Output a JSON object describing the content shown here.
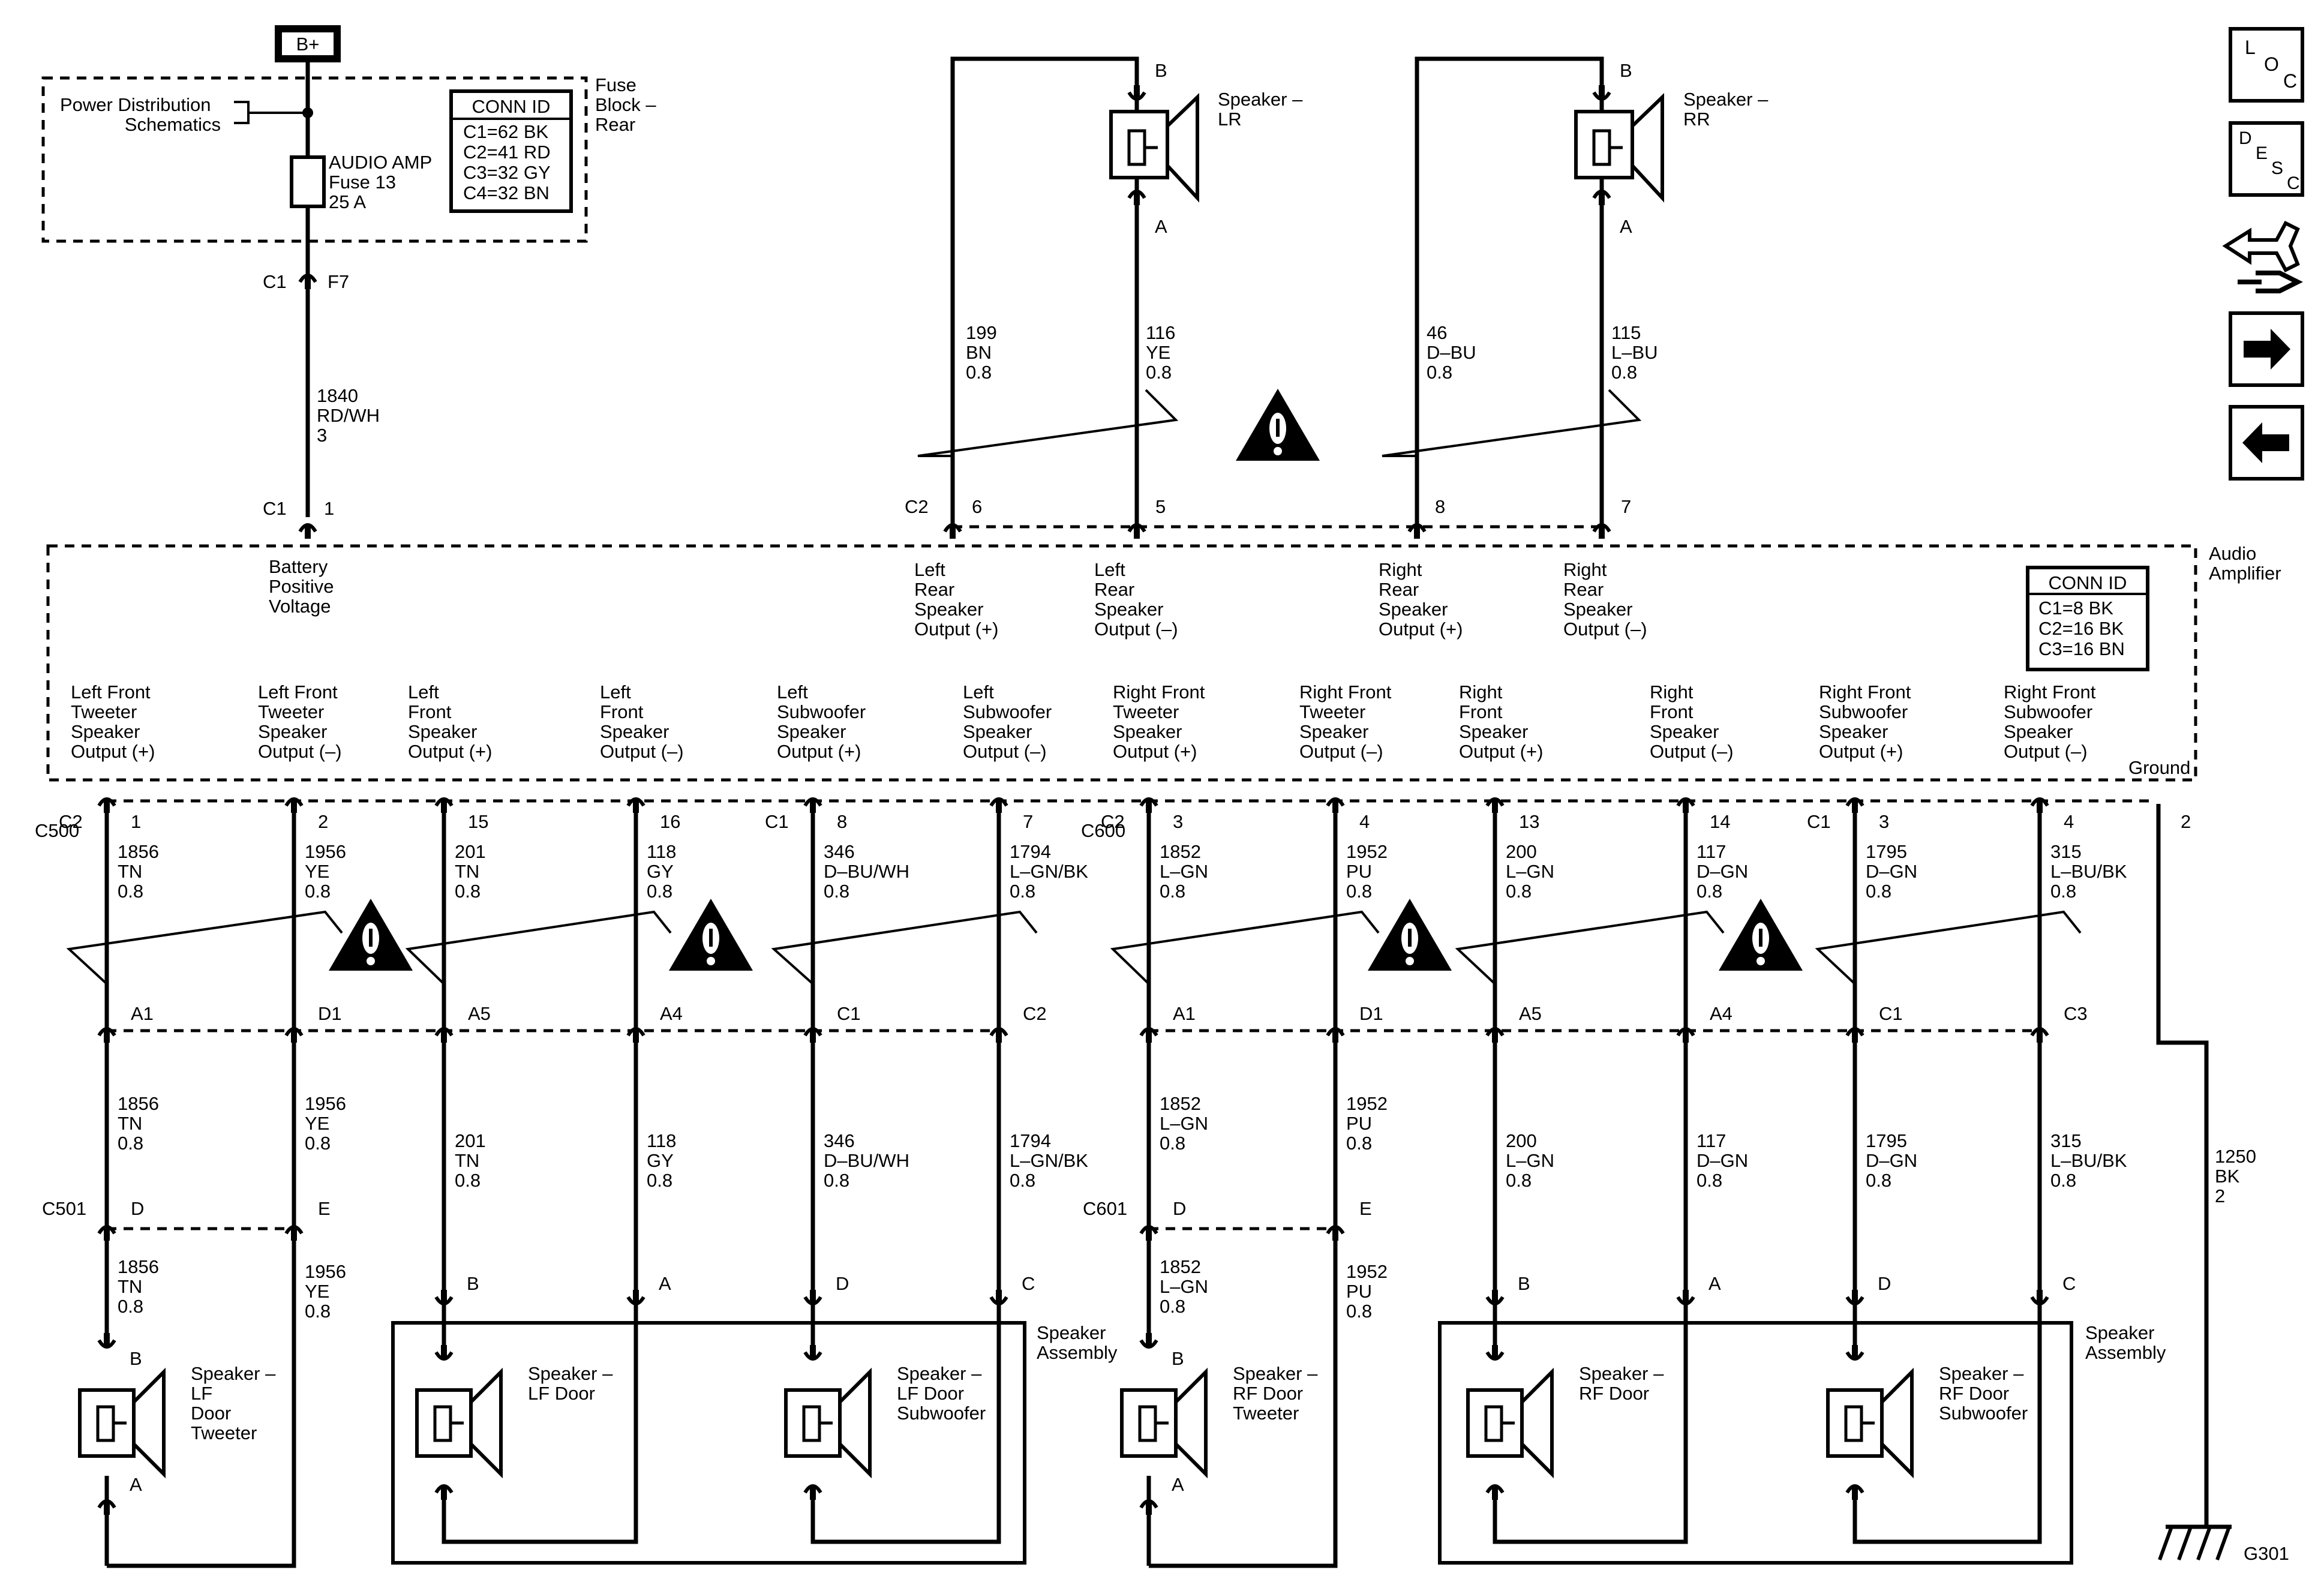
{
  "source": {
    "label": "B+"
  },
  "fuse_block": {
    "title_lines": [
      "Fuse",
      "Block –",
      "Rear"
    ],
    "pds_lines": [
      "Power Distribution",
      "Schematics"
    ],
    "fuse_lines": [
      "AUDIO AMP",
      "Fuse 13",
      "25 A"
    ],
    "conn_id": {
      "title": "CONN ID",
      "rows": [
        "C1=62 BK",
        "C2=41 RD",
        "C3=32 GY",
        "C4=32 BN"
      ]
    },
    "out_conn": "C1",
    "out_pin": "F7"
  },
  "feed_wire": {
    "circuit": "1840",
    "color": "RD/WH",
    "size": "3"
  },
  "amplifier": {
    "title_lines": [
      "Audio",
      "Amplifier"
    ],
    "conn_id": {
      "title": "CONN ID",
      "rows": [
        "C1=8 BK",
        "C2=16 BK",
        "C3=16 BN"
      ]
    },
    "battery_conn": "C1",
    "battery_pin": "1",
    "battery_lines": [
      "Battery",
      "Positive",
      "Voltage"
    ],
    "rear_conn": "C2",
    "rear_pins": [
      {
        "pin": "6",
        "lines": [
          "Left",
          "Rear",
          "Speaker",
          "Output (+)"
        ]
      },
      {
        "pin": "5",
        "lines": [
          "Left",
          "Rear",
          "Speaker",
          "Output (–)"
        ]
      },
      {
        "pin": "8",
        "lines": [
          "Right",
          "Rear",
          "Speaker",
          "Output (+)"
        ]
      },
      {
        "pin": "7",
        "lines": [
          "Right",
          "Rear",
          "Speaker",
          "Output (–)"
        ]
      }
    ],
    "ground_label": "Ground",
    "ground_pin": "2"
  },
  "rear_wires": [
    {
      "circuit": "199",
      "color": "BN",
      "size": "0.8"
    },
    {
      "circuit": "116",
      "color": "YE",
      "size": "0.8"
    },
    {
      "circuit": "46",
      "color": "D–BU",
      "size": "0.8"
    },
    {
      "circuit": "115",
      "color": "L–BU",
      "size": "0.8"
    }
  ],
  "rear_speakers": [
    {
      "lines": [
        "Speaker –",
        "LR"
      ],
      "pin_top": "B",
      "pin_bottom": "A"
    },
    {
      "lines": [
        "Speaker –",
        "RR"
      ],
      "pin_top": "B",
      "pin_bottom": "A"
    }
  ],
  "front_outputs": [
    {
      "lines": [
        "Left Front",
        "Tweeter",
        "Speaker",
        "Output (+)"
      ],
      "amp_conn": "C2",
      "amp_pin": "1",
      "wire": {
        "circuit": "1856",
        "color": "TN",
        "size": "0.8"
      },
      "inline_conn": "C500",
      "inline_pin": "A1"
    },
    {
      "lines": [
        "Left Front",
        "Tweeter",
        "Speaker",
        "Output (–)"
      ],
      "amp_conn": "",
      "amp_pin": "2",
      "wire": {
        "circuit": "1956",
        "color": "YE",
        "size": "0.8"
      },
      "inline_conn": "",
      "inline_pin": "D1"
    },
    {
      "lines": [
        "Left",
        "Front",
        "Speaker",
        "Output (+)"
      ],
      "amp_conn": "",
      "amp_pin": "15",
      "wire": {
        "circuit": "201",
        "color": "TN",
        "size": "0.8"
      },
      "inline_conn": "",
      "inline_pin": "A5"
    },
    {
      "lines": [
        "Left",
        "Front",
        "Speaker",
        "Output (–)"
      ],
      "amp_conn": "",
      "amp_pin": "16",
      "wire": {
        "circuit": "118",
        "color": "GY",
        "size": "0.8"
      },
      "inline_conn": "",
      "inline_pin": "A4"
    },
    {
      "lines": [
        "Left",
        "Subwoofer",
        "Speaker",
        "Output (+)"
      ],
      "amp_conn": "C1",
      "amp_pin": "8",
      "wire": {
        "circuit": "346",
        "color": "D–BU/WH",
        "size": "0.8"
      },
      "inline_conn": "",
      "inline_pin": "C1"
    },
    {
      "lines": [
        "Left",
        "Subwoofer",
        "Speaker",
        "Output (–)"
      ],
      "amp_conn": "",
      "amp_pin": "7",
      "wire": {
        "circuit": "1794",
        "color": "L–GN/BK",
        "size": "0.8"
      },
      "inline_conn": "",
      "inline_pin": "C2"
    },
    {
      "lines": [
        "Right Front",
        "Tweeter",
        "Speaker",
        "Output (+)"
      ],
      "amp_conn": "C2",
      "amp_pin": "3",
      "wire": {
        "circuit": "1852",
        "color": "L–GN",
        "size": "0.8"
      },
      "inline_conn": "C600",
      "inline_pin": "A1"
    },
    {
      "lines": [
        "Right Front",
        "Tweeter",
        "Speaker",
        "Output (–)"
      ],
      "amp_conn": "",
      "amp_pin": "4",
      "wire": {
        "circuit": "1952",
        "color": "PU",
        "size": "0.8"
      },
      "inline_conn": "",
      "inline_pin": "D1"
    },
    {
      "lines": [
        "Right",
        "Front",
        "Speaker",
        "Output (+)"
      ],
      "amp_conn": "",
      "amp_pin": "13",
      "wire": {
        "circuit": "200",
        "color": "L–GN",
        "size": "0.8"
      },
      "inline_conn": "",
      "inline_pin": "A5"
    },
    {
      "lines": [
        "Right",
        "Front",
        "Speaker",
        "Output (–)"
      ],
      "amp_conn": "",
      "amp_pin": "14",
      "wire": {
        "circuit": "117",
        "color": "D–GN",
        "size": "0.8"
      },
      "inline_conn": "",
      "inline_pin": "A4"
    },
    {
      "lines": [
        "Right Front",
        "Subwoofer",
        "Speaker",
        "Output (+)"
      ],
      "amp_conn": "C1",
      "amp_pin": "3",
      "wire": {
        "circuit": "1795",
        "color": "D–GN",
        "size": "0.8"
      },
      "inline_conn": "",
      "inline_pin": "C1"
    },
    {
      "lines": [
        "Right Front",
        "Subwoofer",
        "Speaker",
        "Output (–)"
      ],
      "amp_conn": "",
      "amp_pin": "4",
      "wire": {
        "circuit": "315",
        "color": "L–BU/BK",
        "size": "0.8"
      },
      "inline_conn": "",
      "inline_pin": "C3"
    }
  ],
  "lower_wires": [
    {
      "circuit": "1856",
      "color": "TN",
      "size": "0.8"
    },
    {
      "circuit": "1956",
      "color": "YE",
      "size": "0.8"
    },
    {
      "circuit": "201",
      "color": "TN",
      "size": "0.8"
    },
    {
      "circuit": "118",
      "color": "GY",
      "size": "0.8"
    },
    {
      "circuit": "346",
      "color": "D–BU/WH",
      "size": "0.8"
    },
    {
      "circuit": "1794",
      "color": "L–GN/BK",
      "size": "0.8"
    },
    {
      "circuit": "1852",
      "color": "L–GN",
      "size": "0.8"
    },
    {
      "circuit": "1952",
      "color": "PU",
      "size": "0.8"
    },
    {
      "circuit": "200",
      "color": "L–GN",
      "size": "0.8"
    },
    {
      "circuit": "117",
      "color": "D–GN",
      "size": "0.8"
    },
    {
      "circuit": "1795",
      "color": "D–GN",
      "size": "0.8"
    },
    {
      "circuit": "315",
      "color": "L–BU/BK",
      "size": "0.8"
    }
  ],
  "door_conns": [
    {
      "conn": "C501",
      "pins": [
        "D",
        "E"
      ],
      "wires": [
        {
          "circuit": "1856",
          "color": "TN",
          "size": "0.8"
        },
        {
          "circuit": "1956",
          "color": "YE",
          "size": "0.8"
        }
      ]
    },
    {
      "conn": "C601",
      "pins": [
        "D",
        "E"
      ],
      "wires": [
        {
          "circuit": "1852",
          "color": "L–GN",
          "size": "0.8"
        },
        {
          "circuit": "1952",
          "color": "PU",
          "size": "0.8"
        }
      ]
    }
  ],
  "tweeters": [
    {
      "lines": [
        "Speaker –",
        "LF",
        "Door",
        "Tweeter"
      ],
      "pin_top": "B",
      "pin_bottom": "A"
    },
    {
      "lines": [
        "Speaker –",
        "RF Door",
        "Tweeter"
      ],
      "pin_top": "B",
      "pin_bottom": "A"
    }
  ],
  "assemblies": [
    {
      "title_lines": [
        "Speaker",
        "Assembly"
      ],
      "pins": [
        "B",
        "A",
        "D",
        "C"
      ],
      "speakers": [
        {
          "lines": [
            "Speaker –",
            "LF Door"
          ]
        },
        {
          "lines": [
            "Speaker –",
            "LF Door",
            "Subwoofer"
          ]
        }
      ]
    },
    {
      "title_lines": [
        "Speaker",
        "Assembly"
      ],
      "pins": [
        "B",
        "A",
        "D",
        "C"
      ],
      "speakers": [
        {
          "lines": [
            "Speaker –",
            "RF Door"
          ]
        },
        {
          "lines": [
            "Speaker –",
            "RF Door",
            "Subwoofer"
          ]
        }
      ]
    }
  ],
  "ground_wire": {
    "circuit": "1250",
    "color": "BK",
    "size": "2"
  },
  "ground_point": {
    "label": "G301"
  },
  "nav": {
    "loc": {
      "letters": [
        "L",
        "O",
        "C"
      ]
    },
    "desc": {
      "letters": [
        "D",
        "E",
        "S",
        "C"
      ]
    }
  }
}
